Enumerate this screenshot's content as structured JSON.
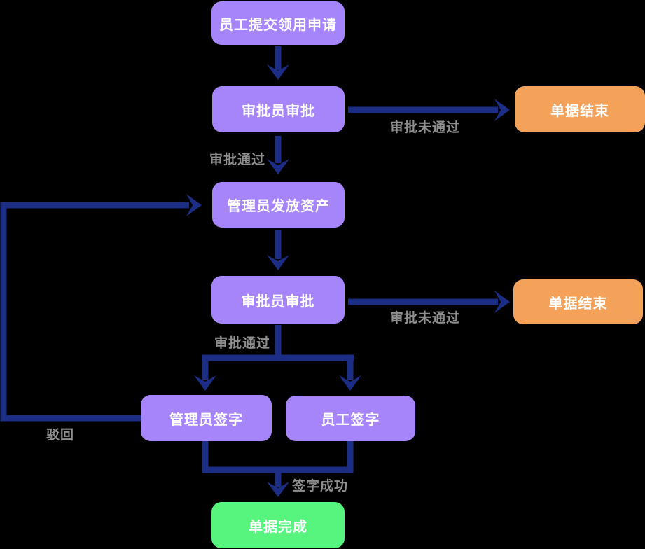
{
  "diagram": {
    "type": "flowchart",
    "background": "#000000",
    "colors": {
      "process_node": "#a685fa",
      "terminal_fail_node": "#f4a259",
      "terminal_success_node": "#57f57e",
      "arrow": "#1b2d85",
      "edge_label_text": "#8f8f8f",
      "node_text": "#ffffff"
    },
    "nodes": [
      {
        "id": "start",
        "label": "员工提交领用申请",
        "color": "purple"
      },
      {
        "id": "approver-review-1",
        "label": "审批员审批",
        "color": "purple"
      },
      {
        "id": "doc-end-1",
        "label": "单据结束",
        "color": "orange"
      },
      {
        "id": "admin-issue-asset",
        "label": "管理员发放资产",
        "color": "purple"
      },
      {
        "id": "approver-review-2",
        "label": "审批员审批",
        "color": "purple"
      },
      {
        "id": "doc-end-2",
        "label": "单据结束",
        "color": "orange"
      },
      {
        "id": "admin-sign",
        "label": "管理员签字",
        "color": "purple"
      },
      {
        "id": "employee-sign",
        "label": "员工签字",
        "color": "purple"
      },
      {
        "id": "doc-complete",
        "label": "单据完成",
        "color": "green"
      }
    ],
    "edge_labels": [
      {
        "id": "review1-fail",
        "label": "审批未通过"
      },
      {
        "id": "review1-pass",
        "label": "审批通过"
      },
      {
        "id": "review2-fail",
        "label": "审批未通过"
      },
      {
        "id": "review2-pass",
        "label": "审批通过"
      },
      {
        "id": "reject",
        "label": "驳回"
      },
      {
        "id": "sign-success",
        "label": "签字成功"
      }
    ]
  }
}
